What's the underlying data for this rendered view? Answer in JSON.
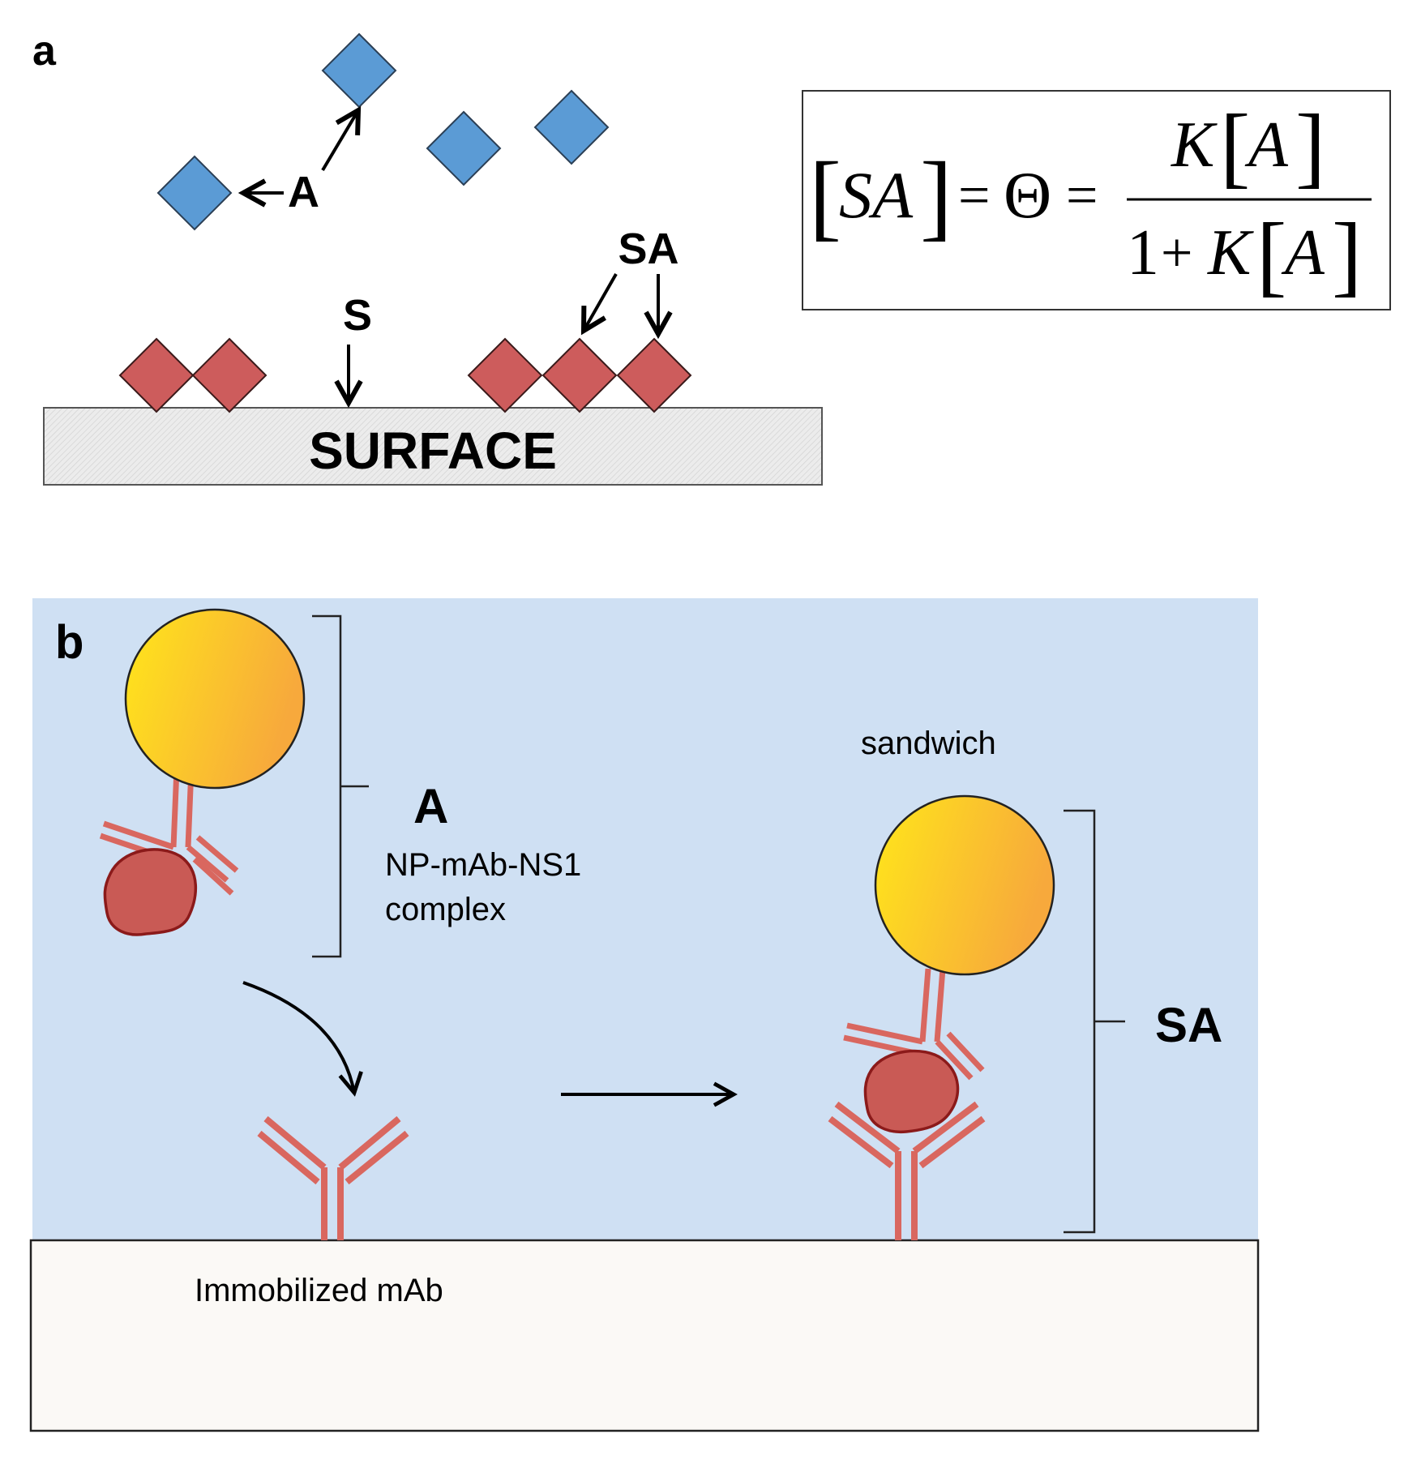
{
  "colors": {
    "analyte_blue": "#5b9bd5",
    "site_red": "#cd5c5c",
    "antibody_red": "#d9675f",
    "protein_red": "#c95a55",
    "panel_b_bg": "#cfe0f3",
    "nanoparticle_start": "#ffe01a",
    "nanoparticle_end": "#f7aa3a"
  },
  "panel_a": {
    "letter": "a",
    "label_A": "A",
    "label_S": "S",
    "label_SA": "SA",
    "surface_label": "SURFACE",
    "equation": {
      "lhs_bracket_open": "[",
      "lhs_term": "SA",
      "lhs_bracket_close": "]",
      "eq1": "=",
      "theta": "Θ",
      "eq2": "=",
      "num_K": "K",
      "num_open": "[",
      "num_A": "A",
      "num_close": "]",
      "den_one": "1",
      "den_plus": "+",
      "den_K": "K",
      "den_open": "[",
      "den_A": "A",
      "den_close": "]"
    }
  },
  "panel_b": {
    "letter": "b",
    "label_A": "A",
    "complex_line1": "NP-mAb-NS1",
    "complex_line2": "complex",
    "sandwich_label": "sandwich",
    "label_SA": "SA",
    "surface_label": "Immobilized mAb"
  }
}
